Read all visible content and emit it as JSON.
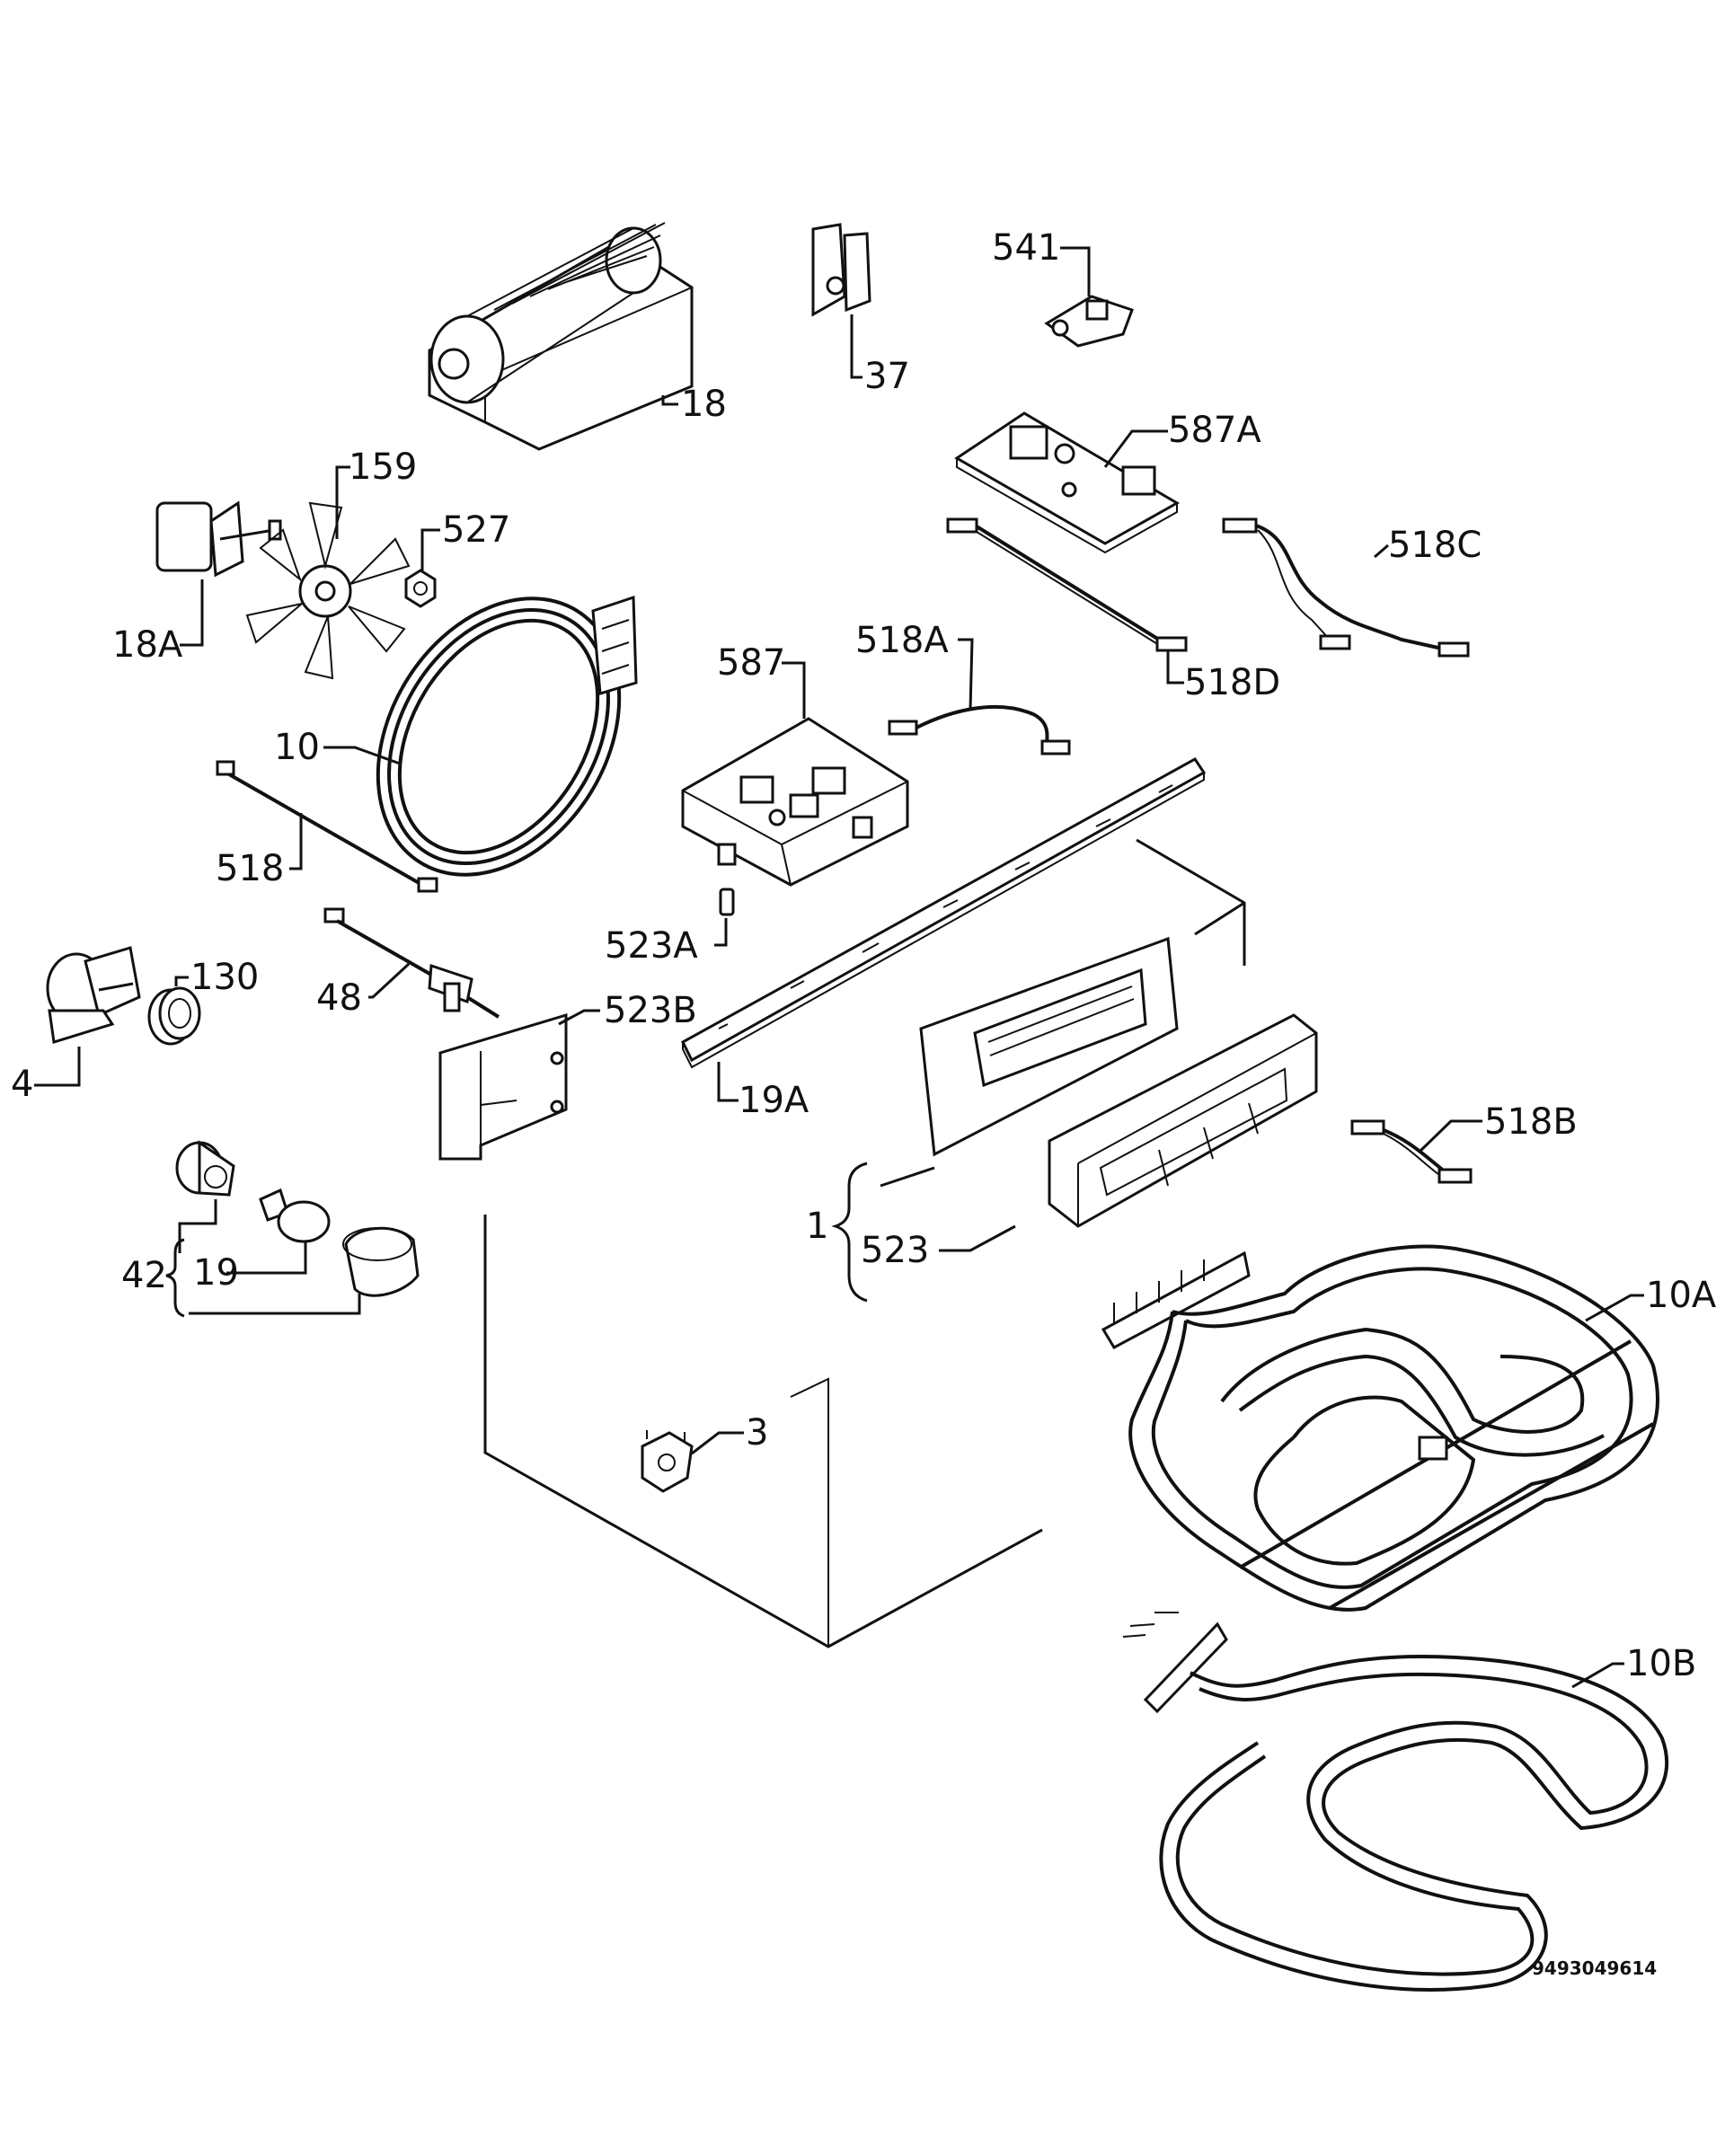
{
  "labels": {
    "p18": "18",
    "p37": "37",
    "p541": "541",
    "p587A": "587A",
    "p159": "159",
    "p527": "527",
    "p18A": "18A",
    "p518C": "518C",
    "p518D": "518D",
    "p518A": "518A",
    "p587": "587",
    "p10": "10",
    "p518": "518",
    "p523A": "523A",
    "p130": "130",
    "p48": "48",
    "p523B": "523B",
    "p4": "4",
    "p19A": "19A",
    "p518B": "518B",
    "p1": "1",
    "p523": "523",
    "p42": "42",
    "p19": "19",
    "p10A": "10A",
    "p3": "3",
    "p10B": "10B"
  },
  "reference_number": "9493049614"
}
